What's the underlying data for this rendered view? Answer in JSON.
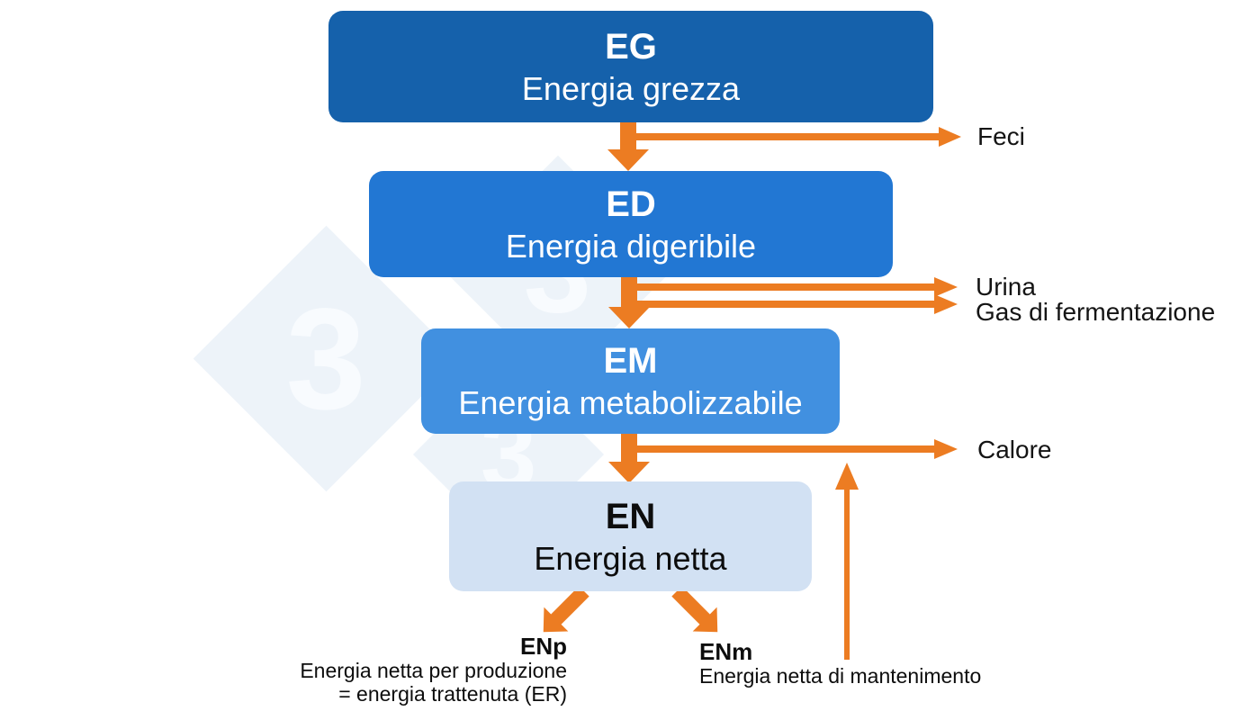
{
  "title": "Energy partitioning flow diagram (Italian)",
  "colors": {
    "box_eg": "#1561AB",
    "box_ed": "#2277D3",
    "box_em": "#4190E0",
    "box_en": "#D2E1F3",
    "arrow_orange": "#EC7C22",
    "watermark_diamond": "#EDF3F9",
    "text_dark": "#141414",
    "text_light": "#FFFFFF"
  },
  "boxes": [
    {
      "abbr": "EG",
      "label": "Energia grezza"
    },
    {
      "abbr": "ED",
      "label": "Energia digeribile"
    },
    {
      "abbr": "EM",
      "label": "Energia metabolizzabile"
    },
    {
      "abbr": "EN",
      "label": "Energia netta"
    }
  ],
  "losses": [
    {
      "label": "Feci"
    },
    {
      "label": "Urina"
    },
    {
      "label": "Gas di fermentazione"
    },
    {
      "label": "Calore"
    }
  ],
  "outputs": {
    "enp": {
      "abbr": "ENp",
      "line1": "Energia netta per produzione",
      "line2": "= energia trattenuta (ER)"
    },
    "enm": {
      "abbr": "ENm",
      "line1": "Energia netta di mantenimento"
    }
  },
  "watermark": {
    "glyph": "3"
  }
}
